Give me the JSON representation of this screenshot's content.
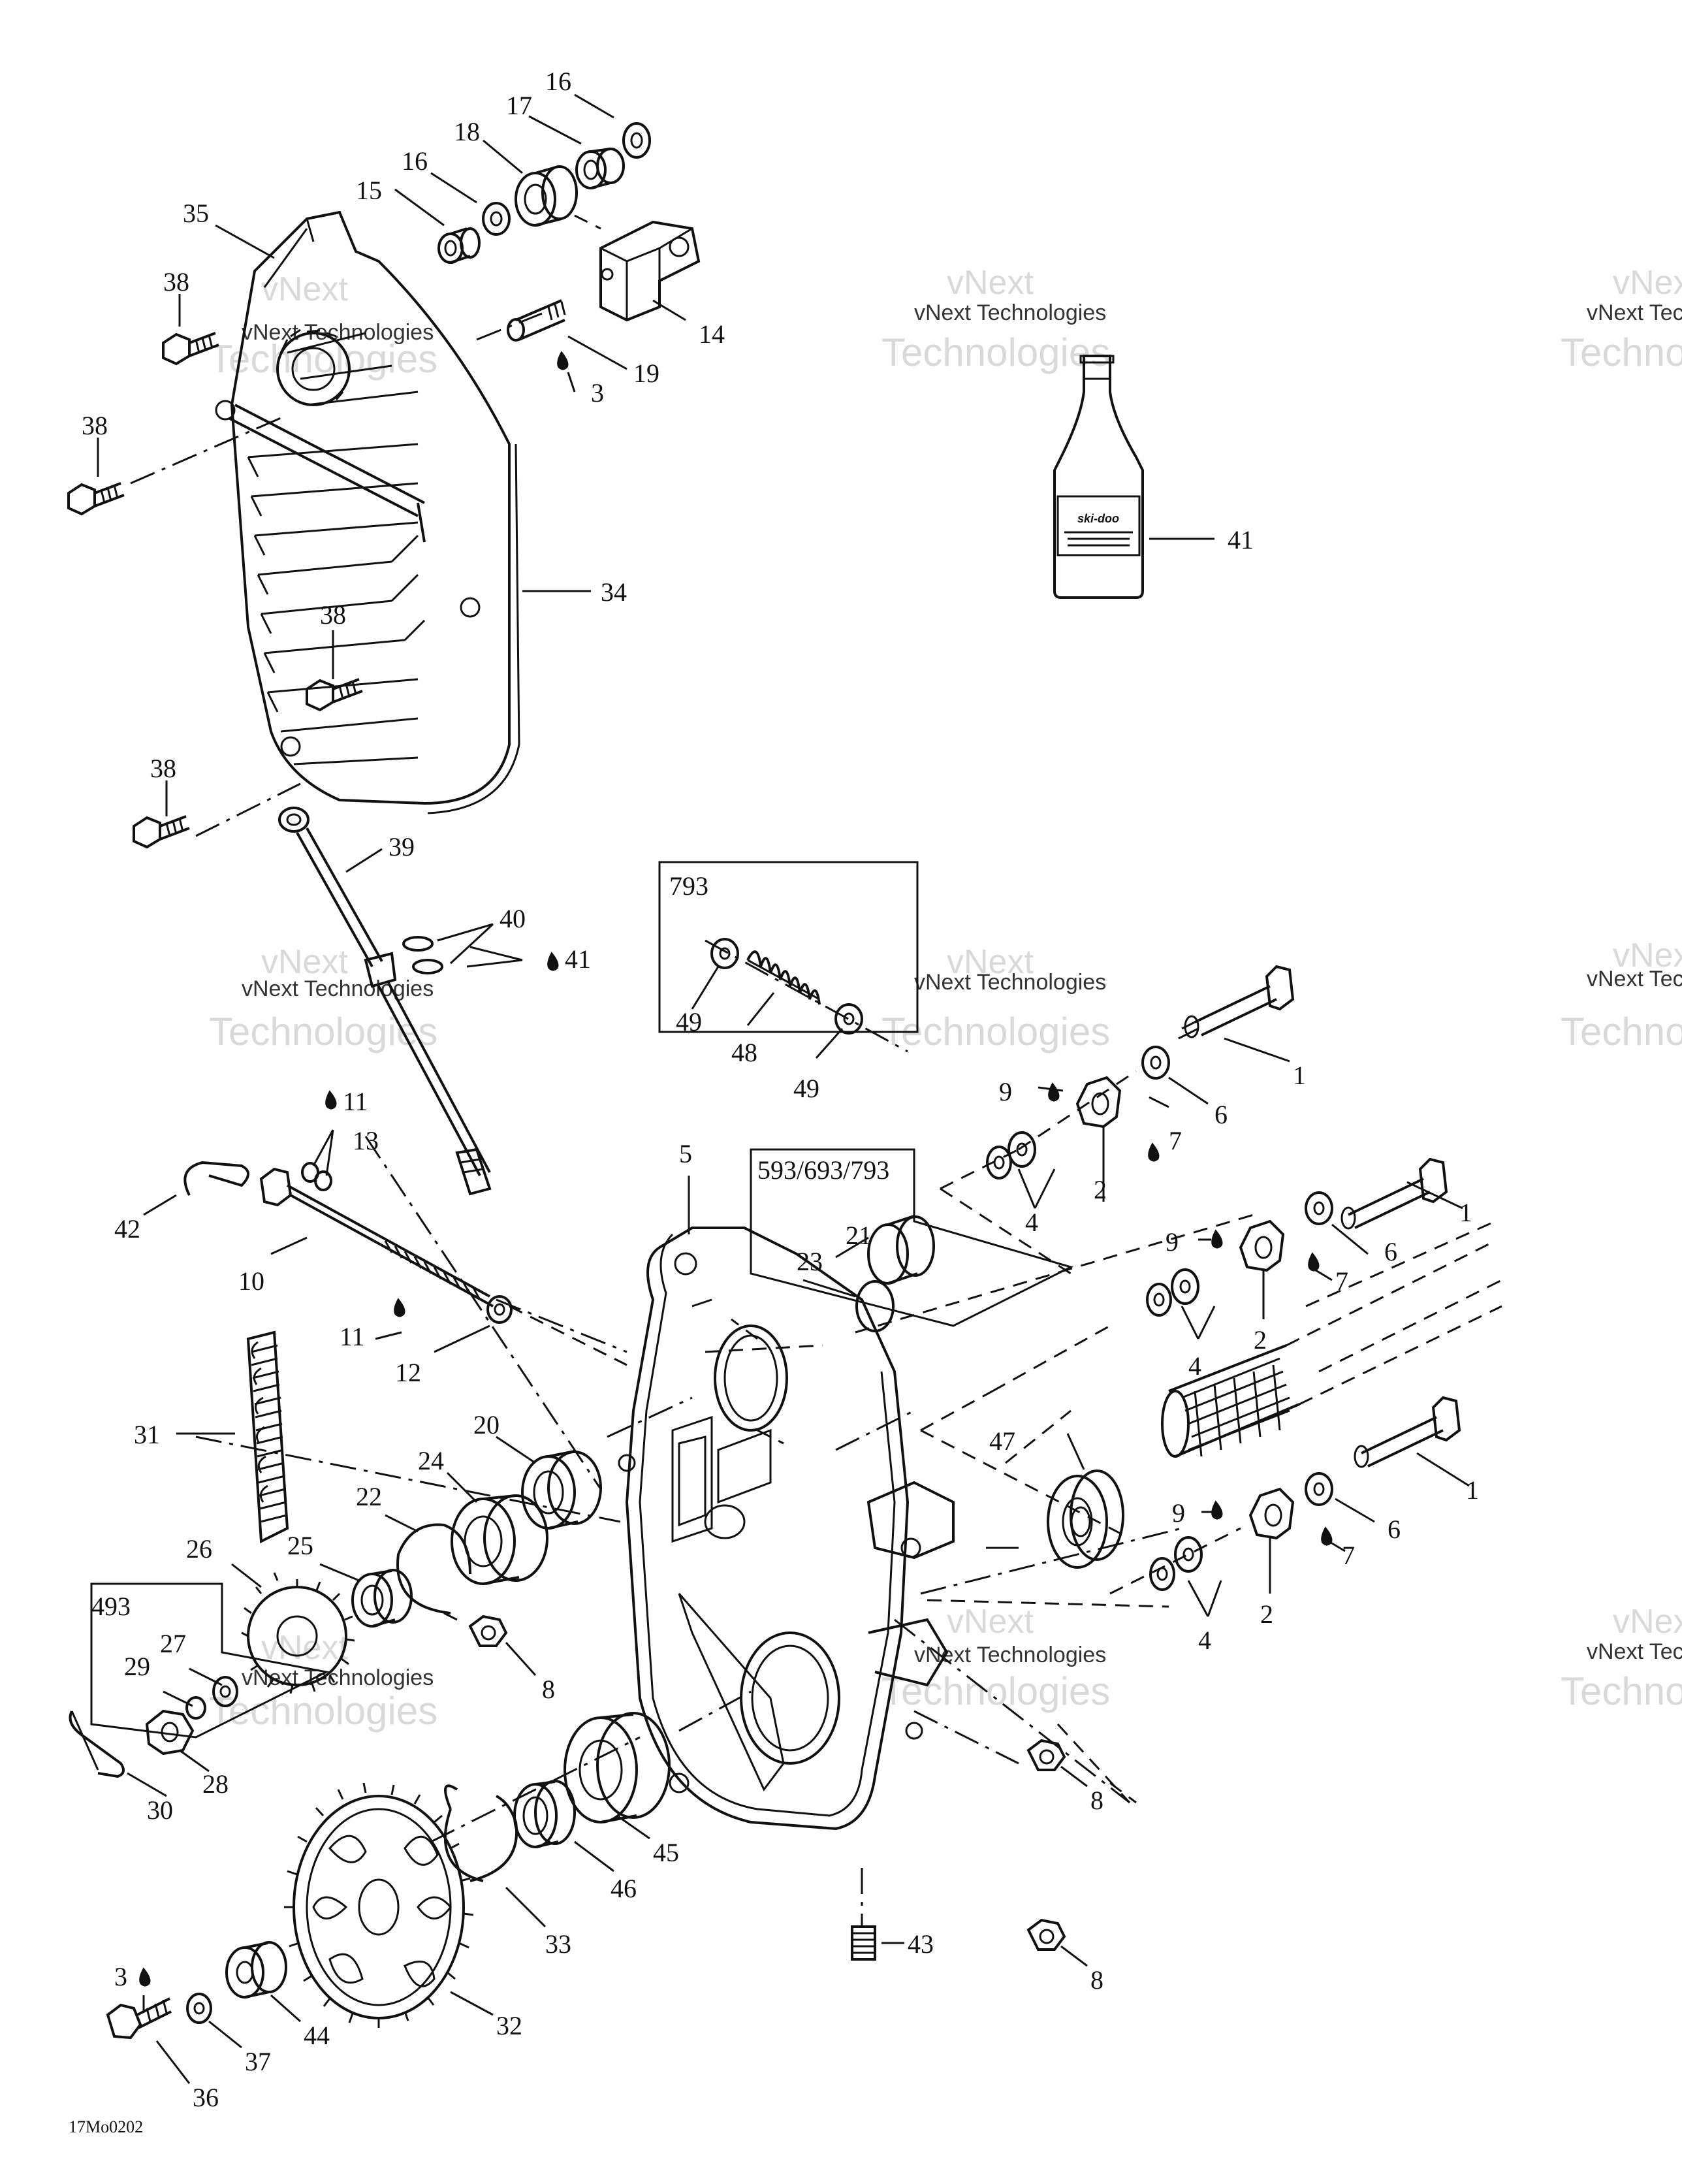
{
  "watermark": {
    "line1": "vNext",
    "line2": "vNext Technologies",
    "line3": "Technologies"
  },
  "drawing_code": "17Mo0202",
  "boxes": {
    "a": "793",
    "b": "593/693/793",
    "c": "493"
  },
  "bottle_label": "ski-doo",
  "callouts": {
    "c1a": "1",
    "c1b": "1",
    "c1c": "1",
    "c2a": "2",
    "c2b": "2",
    "c2c": "2",
    "c3a": "3",
    "c3b": "3",
    "c4a": "4",
    "c4b": "4",
    "c4c": "4",
    "c5": "5",
    "c6a": "6",
    "c6b": "6",
    "c6c": "6",
    "c7a": "7",
    "c7b": "7",
    "c7c": "7",
    "c8a": "8",
    "c8b": "8",
    "c8c": "8",
    "c9a": "9",
    "c9b": "9",
    "c9c": "9",
    "c10": "10",
    "c11a": "11",
    "c11b": "11",
    "c12": "12",
    "c13": "13",
    "c14": "14",
    "c15": "15",
    "c16a": "16",
    "c16b": "16",
    "c17": "17",
    "c18": "18",
    "c19": "19",
    "c20": "20",
    "c21": "21",
    "c22": "22",
    "c23": "23",
    "c24": "24",
    "c25": "25",
    "c26": "26",
    "c27": "27",
    "c28": "28",
    "c29": "29",
    "c30": "30",
    "c31": "31",
    "c32": "32",
    "c33": "33",
    "c34": "34",
    "c35": "35",
    "c36": "36",
    "c37": "37",
    "c38a": "38",
    "c38b": "38",
    "c38c": "38",
    "c38d": "38",
    "c39": "39",
    "c40": "40",
    "c41a": "41",
    "c41b": "41",
    "c42": "42",
    "c43": "43",
    "c44": "44",
    "c45": "45",
    "c46": "46",
    "c47": "47",
    "c48": "48",
    "c49a": "49",
    "c49b": "49"
  }
}
